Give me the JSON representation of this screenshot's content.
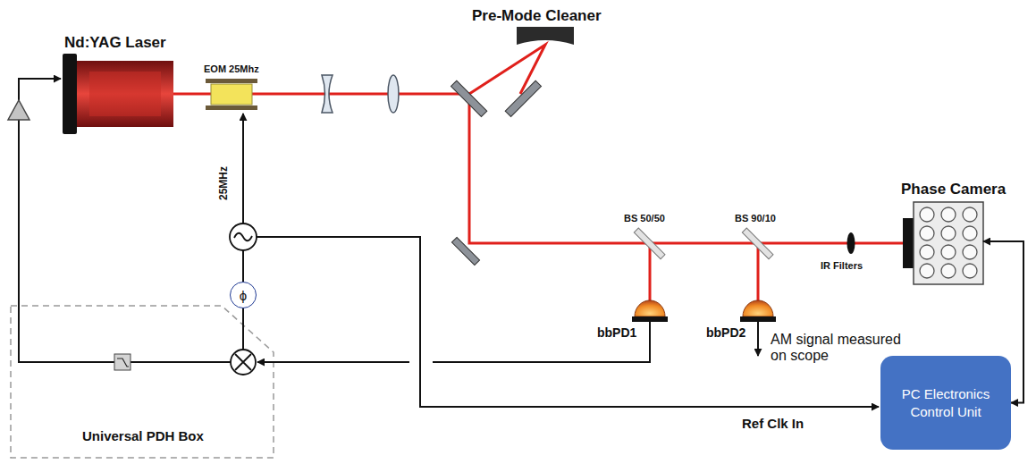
{
  "diagram": {
    "nodes": [
      {
        "text": [
          "Phase Camera"
        ]
      },
      {
        "text": [
          "ϕ"
        ]
      },
      {
        "text": [
          "PC Electronics Control Unit"
        ]
      }
    ],
    "edges": [
      {
        "from": 2,
        "to": 0,
        "arrow": "both"
      }
    ],
    "labels": [
      "Pre-Mode Cleaner",
      "Nd:YAG Laser",
      "EOM 25Mhz",
      "BS 50/50",
      "BS 90/10",
      "25MHz",
      "IR Filters",
      "bbPD1",
      "bbPD2",
      "AM signal measured on scope",
      "Ref Clk In",
      "Universal PDH Box"
    ]
  }
}
